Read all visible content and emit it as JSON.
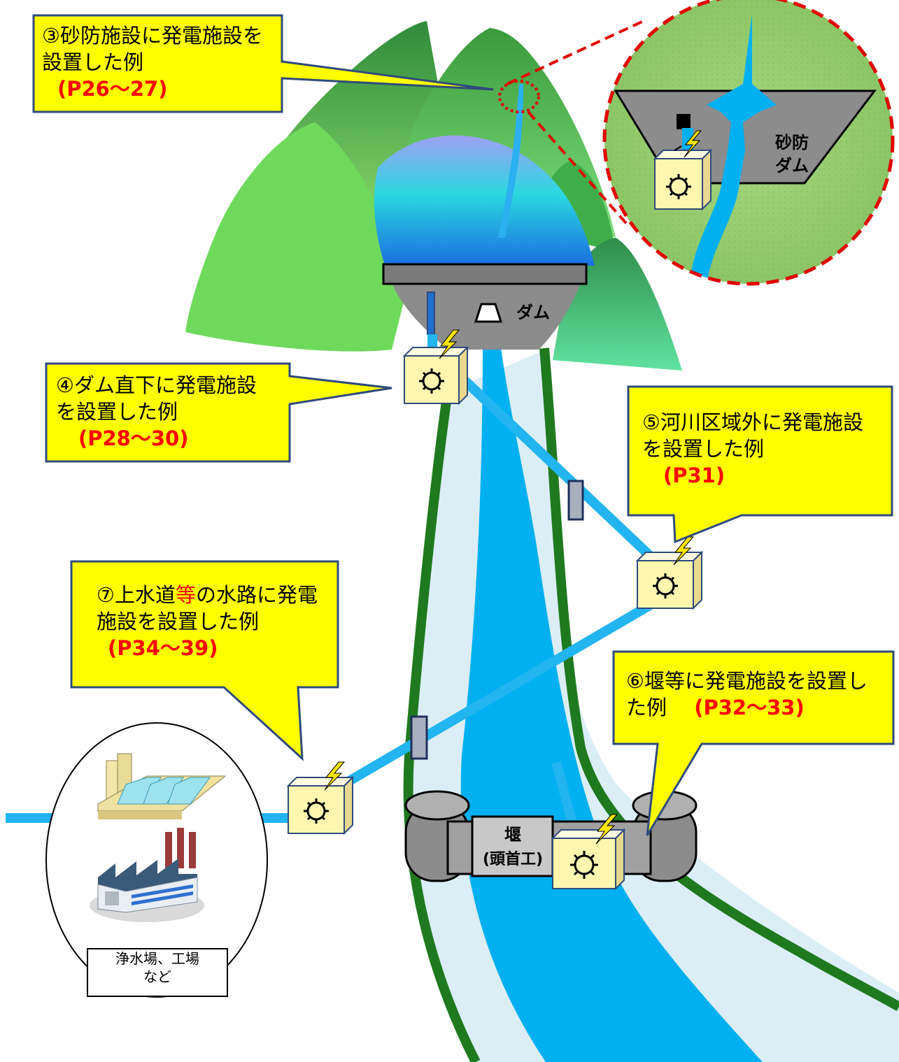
{
  "callouts": {
    "c3": {
      "text": "③砂防施設に発電施設を設置した例",
      "ref": "(P26～27)"
    },
    "c4": {
      "text": "④ダム直下に発電施設を設置した例",
      "ref": "(P28～30)"
    },
    "c5": {
      "text": "⑤河川区域外に発電施設を設置した例",
      "ref": "(P31)"
    },
    "c6": {
      "text": "⑥堰等に発電施設を設置した例",
      "ref": "(P32～33)"
    },
    "c7": {
      "pre": "⑦上水道",
      "highlight": "等",
      "post": "の水路に発電施設を設置した例",
      "ref": "(P34～39)"
    }
  },
  "labels": {
    "dam": "ダム",
    "sabo_dam_1": "砂防",
    "sabo_dam_2": "ダム",
    "weir_1": "堰",
    "weir_2": "(頭首工)",
    "facility_1": "浄水場、工場",
    "facility_2": "など"
  },
  "icons": [
    "power-generator-icon",
    "lightning-bolt-icon",
    "water-treatment-plant-icon",
    "factory-icon"
  ],
  "colors": {
    "callout_fill": "#ffff00",
    "callout_border": "#2f4b7c",
    "reference_text": "#ff0000",
    "river": "#00b0f0",
    "river_floodplain": "#dbeef6",
    "riverbank": "#1f7a1f",
    "structure_gray": "#8c8c8c",
    "zoom_ring": "#e00000"
  }
}
